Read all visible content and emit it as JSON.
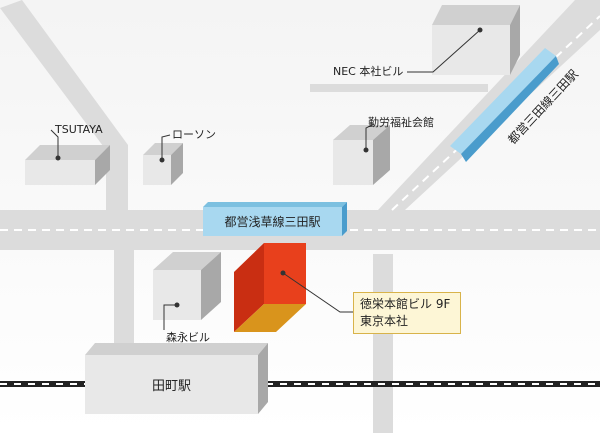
{
  "stations": {
    "mita_asakusa": "都営浅草線三田駅",
    "mita_mita": "都営三田線三田駅",
    "tamachi": "田町駅"
  },
  "landmarks": {
    "nec": "NEC 本社ビル",
    "tsutaya": "TSUTAYA",
    "lawson": "ローソン",
    "kinro": "勤労福祉会館",
    "morinaga": "森永ビル"
  },
  "target": {
    "line1": "徳栄本館ビル 9F",
    "line2": "東京本社"
  },
  "colors": {
    "road": "#dcdcdc",
    "station_blue": "#a8d8f0",
    "target_red": "#e8401c",
    "target_orange": "#d9941c",
    "callout_bg": "#fdf6d6"
  }
}
